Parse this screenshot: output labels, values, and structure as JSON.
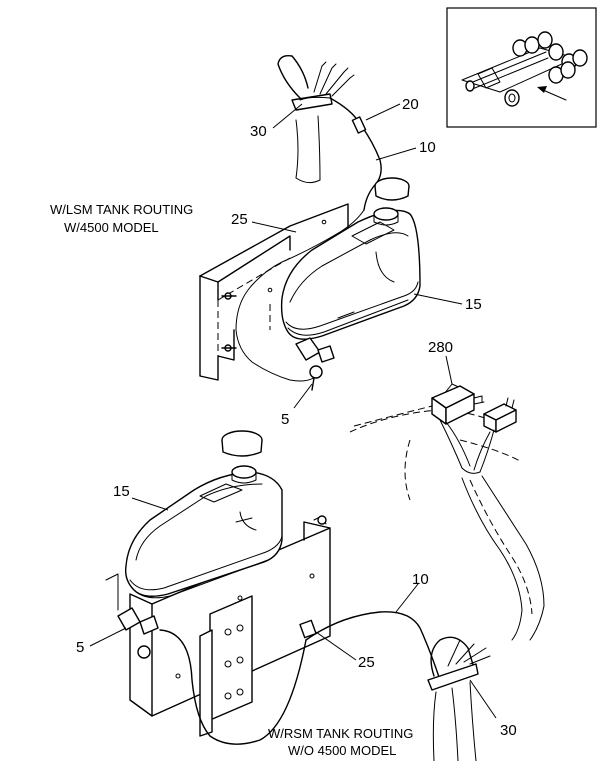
{
  "titles": {
    "lsm_line1": "W/LSM TANK ROUTING",
    "lsm_line2": "W/4500 MODEL",
    "rsm_line1": "W/RSM TANK ROUTING",
    "rsm_line2": "W/O 4500 MODEL"
  },
  "callouts": {
    "upper_30": "30",
    "upper_20": "20",
    "upper_10": "10",
    "upper_25": "25",
    "upper_15": "15",
    "upper_5": "5",
    "relay_280": "280",
    "lower_15": "15",
    "lower_10": "10",
    "lower_5": "5",
    "lower_25": "25",
    "lower_30": "30"
  }
}
